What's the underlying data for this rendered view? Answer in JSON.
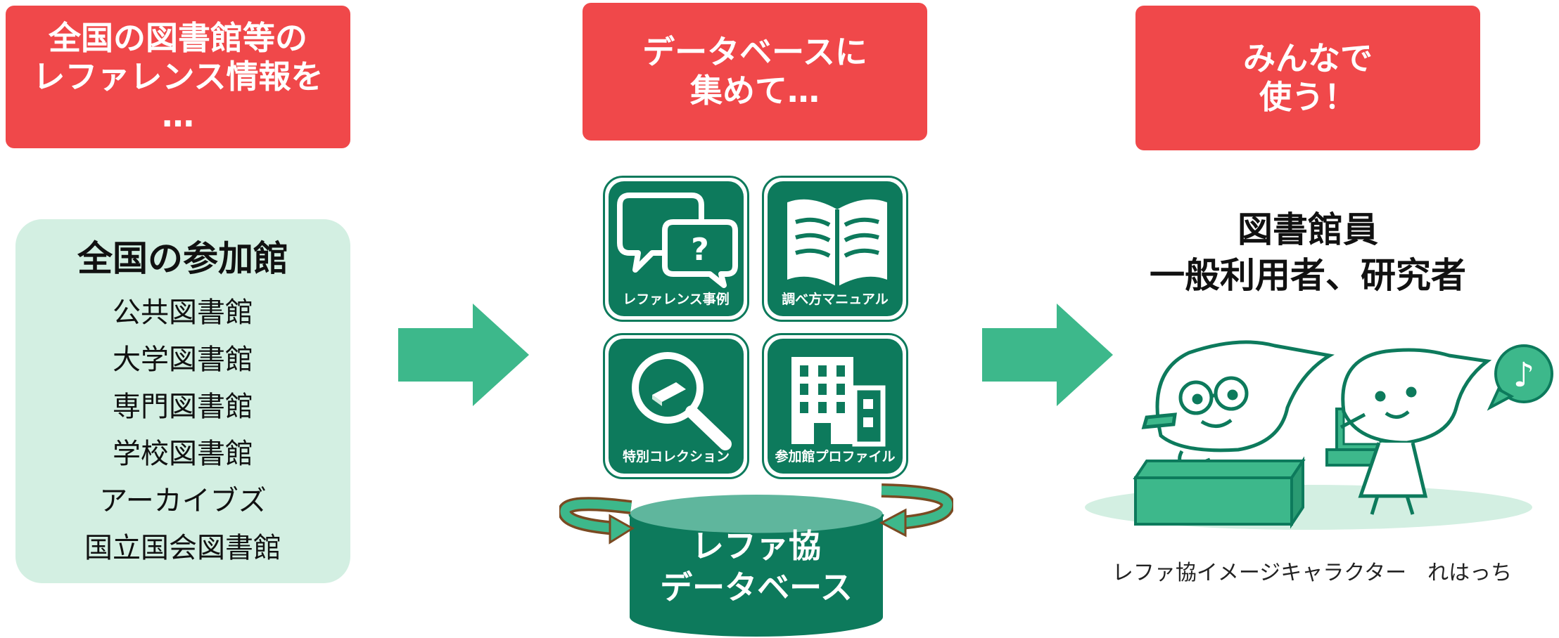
{
  "banners": {
    "collect": {
      "line1": "全国の図書館等の",
      "line2": "レファレンス情報を",
      "line3": "…"
    },
    "gather": {
      "line1": "データベースに",
      "line2": "集めて…"
    },
    "use": {
      "line1": "みんなで",
      "line2": "使う！"
    }
  },
  "participants": {
    "title": "全国の参加館",
    "items": [
      "公共図書館",
      "大学図書館",
      "専門図書館",
      "学校図書館",
      "アーカイブズ",
      "国立国会図書館"
    ]
  },
  "tiles": [
    {
      "label": "レファレンス事例",
      "icon": "speech-bubbles-question-icon"
    },
    {
      "label": "調べ方マニュアル",
      "icon": "open-book-icon"
    },
    {
      "label": "特別コレクション",
      "icon": "magnifier-book-icon"
    },
    {
      "label": "参加館プロファイル",
      "icon": "building-icon"
    }
  ],
  "database": {
    "line1": "レファ協",
    "line2": "データベース"
  },
  "users": {
    "line1": "図書館員",
    "line2": "一般利用者、研究者"
  },
  "character_caption": "レファ協イメージキャラクター　れはっち",
  "colors": {
    "banner_red": "#f0484a",
    "dark_green": "#0d7a5c",
    "mid_green": "#3db88b",
    "light_green": "#d3efe2",
    "arrow_brown": "#7a4a22"
  }
}
